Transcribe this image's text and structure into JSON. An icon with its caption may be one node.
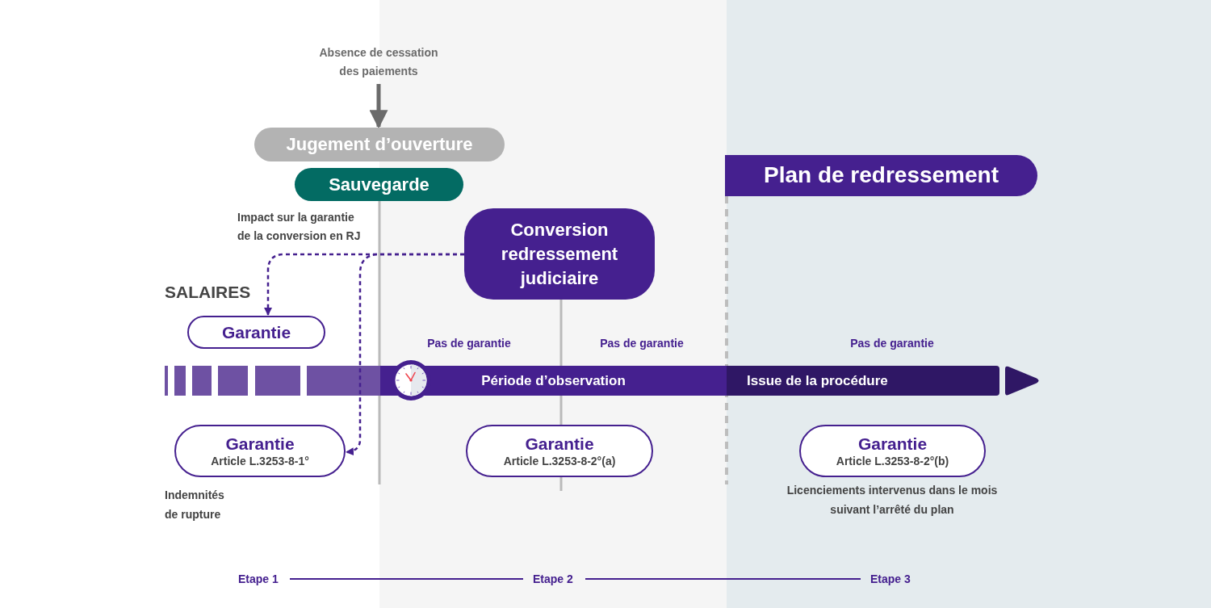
{
  "diagram": {
    "nodes": [
      {
        "text": [
          "Absence de cessation des paiements"
        ]
      },
      {
        "text": [
          "Jugement d’ouverture"
        ]
      },
      {
        "text": [
          "Sauvegarde"
        ]
      },
      {
        "text": [
          "Conversion redressement judiciaire"
        ]
      },
      {
        "text": [
          "Plan de redressement"
        ]
      },
      {
        "text": [
          "Garantie"
        ]
      },
      {
        "text": [
          "Période d’observation"
        ]
      },
      {
        "text": [
          "Issue de la procédure"
        ]
      },
      {
        "text": [
          "Garantie",
          "Article L.3253-8-1°"
        ],
        "beside": [
          "Indemnités de rupture"
        ]
      },
      {
        "text": [
          "Garantie",
          "Article L.3253-8-2°(a)"
        ]
      },
      {
        "text": [
          "Garantie",
          "Article L.3253-8-2°(b)"
        ],
        "beside": [
          "Licenciements intervenus dans le mois suivant l’arrêté du plan"
        ]
      },
      {
        "text": [
          "Etape 1"
        ]
      },
      {
        "text": [
          "Etape 2"
        ]
      },
      {
        "text": [
          "Etape 3"
        ]
      }
    ],
    "edges": [
      {
        "from": 0,
        "to": 1,
        "arrow": "to",
        "style": "thick",
        "color": "#6b6b6b"
      },
      {
        "from": 3,
        "to": 5,
        "arrow": "to",
        "style": "dashed"
      },
      {
        "from": 3,
        "to": 8,
        "arrow": "to",
        "style": "dashed"
      },
      {
        "from": 11,
        "to": 12,
        "arrow": "none"
      },
      {
        "from": 12,
        "to": 13,
        "arrow": "none"
      }
    ],
    "labels": [
      "Impact sur la garantie de la conversion en RJ",
      "SALAIRES",
      "Pas de garantie",
      "Pas de garantie",
      "Pas de garantie"
    ]
  }
}
